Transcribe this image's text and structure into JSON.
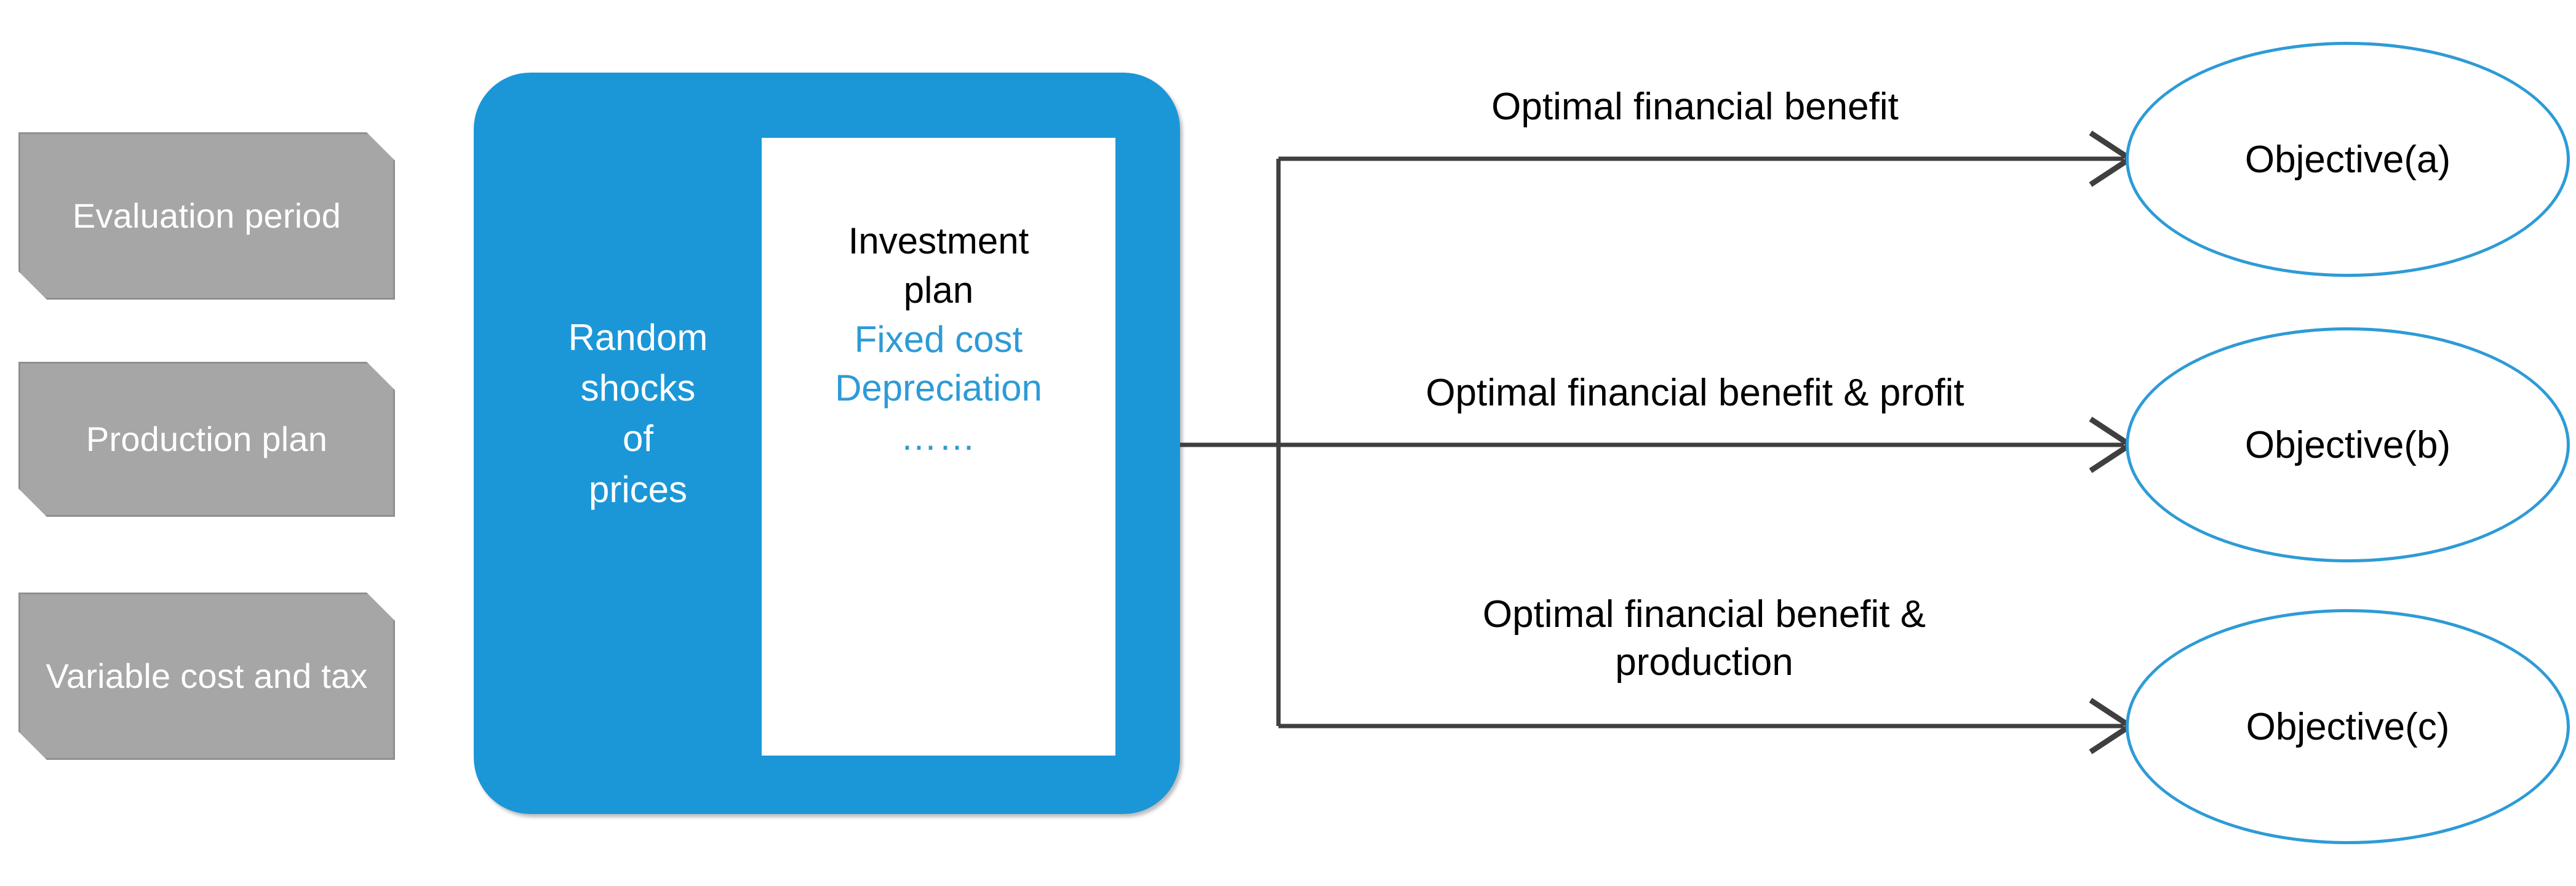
{
  "diagram": {
    "inputs": [
      {
        "label": "Evaluation\nperiod"
      },
      {
        "label": "Production\nplan"
      },
      {
        "label": "Variable\ncost and tax"
      }
    ],
    "central": {
      "random_shocks_label": "Random\nshocks\nof\nprices",
      "card": {
        "title": "Investment\nplan",
        "items": [
          "Fixed cost",
          "Depreciation"
        ],
        "ellipsis": "……"
      }
    },
    "flows": [
      {
        "label": "Optimal financial benefit",
        "target": "Objective(a)"
      },
      {
        "label": "Optimal financial benefit & profit",
        "target": "Objective(b)"
      },
      {
        "label": "Optimal financial benefit &\nproduction",
        "target": "Objective(c)"
      }
    ],
    "objectives": [
      {
        "label": "Objective(a)"
      },
      {
        "label": "Objective(b)"
      },
      {
        "label": "Objective(c)"
      }
    ],
    "colors": {
      "accent_blue": "#1b97d8",
      "outline_blue": "#2e9bd6",
      "input_gray": "#a6a6a6",
      "input_border": "#8f8f8f",
      "connector": "#3f3f3f",
      "text_dark": "#000000",
      "text_light": "#ffffff",
      "background": "#ffffff"
    }
  }
}
